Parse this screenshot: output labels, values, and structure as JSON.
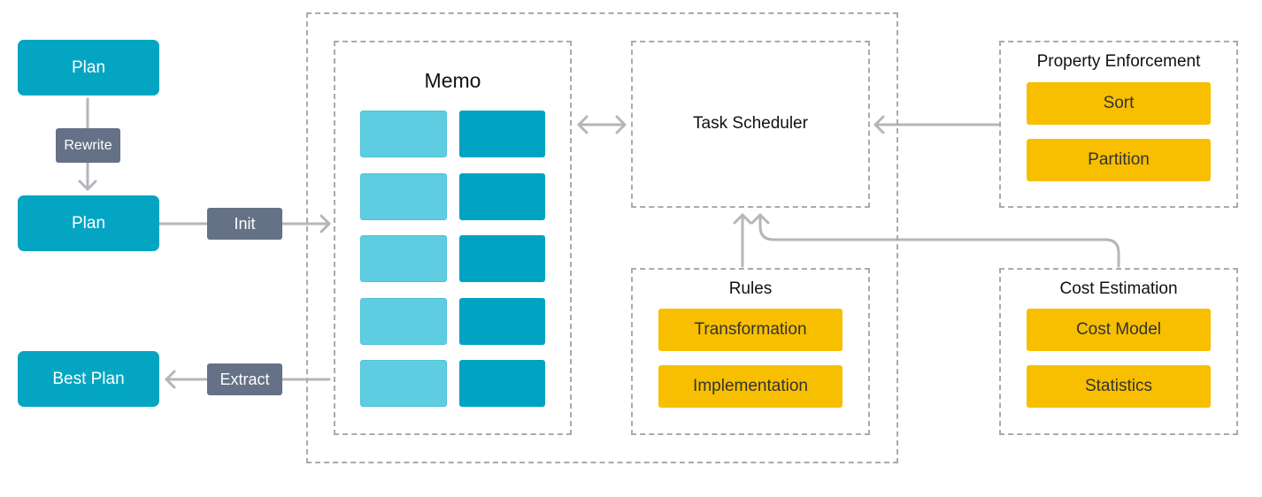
{
  "plan_top": "Plan",
  "rewrite": "Rewrite",
  "plan_mid": "Plan",
  "init": "Init",
  "best_plan": "Best Plan",
  "extract": "Extract",
  "memo": {
    "title": "Memo"
  },
  "task_scheduler": "Task Scheduler",
  "rules": {
    "title": "Rules",
    "items": [
      "Transformation",
      "Implementation"
    ]
  },
  "property_enforcement": {
    "title": "Property Enforcement",
    "items": [
      "Sort",
      "Partition"
    ]
  },
  "cost_estimation": {
    "title": "Cost Estimation",
    "items": [
      "Cost Model",
      "Statistics"
    ]
  },
  "colors": {
    "plan": "#04a5c2",
    "tag": "#657186",
    "item": "#f7bf00",
    "memo_light": "#5ecde2",
    "memo_dark": "#00a3c2",
    "arrow": "#b3b6ba"
  }
}
